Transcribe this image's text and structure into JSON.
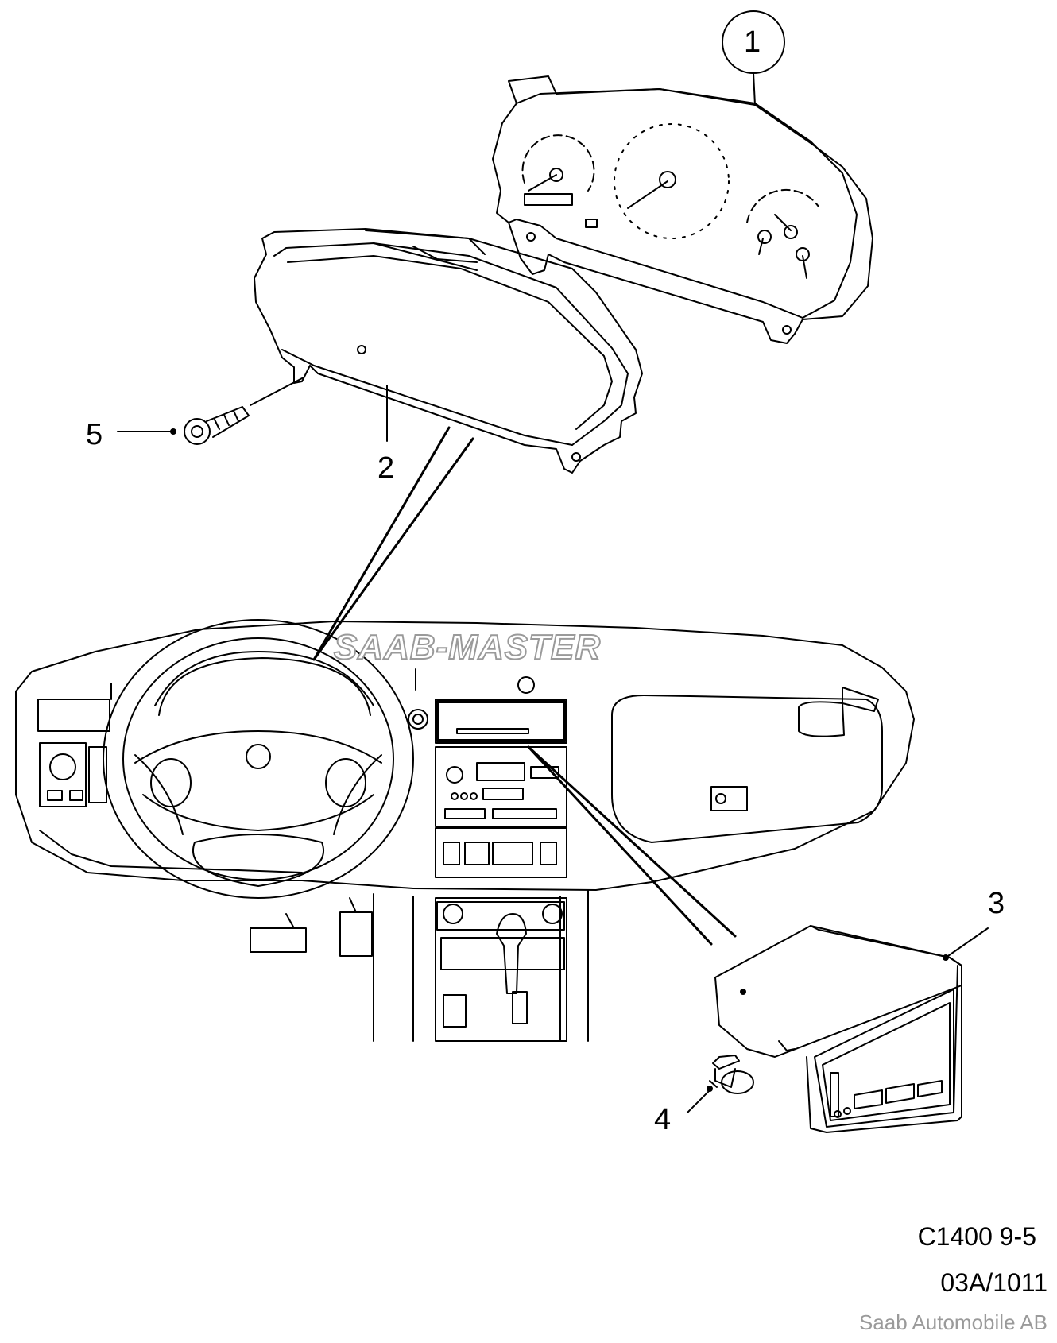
{
  "callouts": {
    "c1": "1",
    "c2": "2",
    "c3": "3",
    "c4": "4",
    "c5": "5"
  },
  "watermark": "SAAB-MASTER",
  "footer": {
    "code": "C1400 9-5",
    "ref": "03A/1011",
    "brand": "Saab Automobile AB"
  },
  "colors": {
    "line": "#000000",
    "watermark_outline": "#9a9a9a",
    "brand_text": "#9a9a9a"
  }
}
